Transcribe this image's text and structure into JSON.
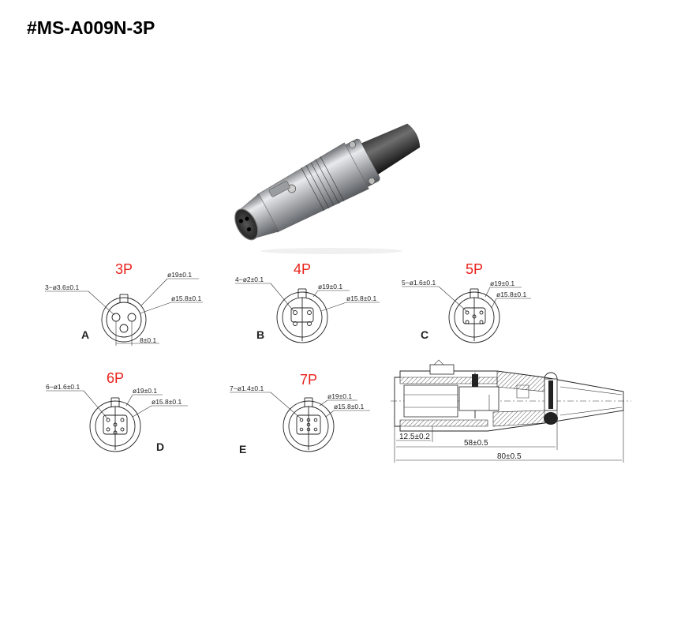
{
  "title": "#MS-A009N-3P",
  "accent_color": "#e8221b",
  "variants": [
    {
      "pins": "3P",
      "letter": "A",
      "hole": "3−ø3.6±0.1",
      "outer": "ø19±0.1",
      "inner": "ø15.8±0.1",
      "pitch": "8±0.1"
    },
    {
      "pins": "4P",
      "letter": "B",
      "hole": "4−ø2±0.1",
      "outer": "ø19±0.1",
      "inner": "ø15.8±0.1"
    },
    {
      "pins": "5P",
      "letter": "C",
      "hole": "5−ø1.6±0.1",
      "outer": "ø19±0.1",
      "inner": "ø15.8±0.1"
    },
    {
      "pins": "6P",
      "letter": "D",
      "hole": "6−ø1.6±0.1",
      "outer": "ø19±0.1",
      "inner": "ø15.8±0.1"
    },
    {
      "pins": "7P",
      "letter": "E",
      "hole": "7−ø1.4±0.1",
      "outer": "ø19±0.1",
      "inner": "ø15.8±0.1"
    }
  ],
  "side_view": {
    "dim_short": "12.5±0.2",
    "dim_mid": "58±0.5",
    "dim_total": "80±0.5"
  }
}
